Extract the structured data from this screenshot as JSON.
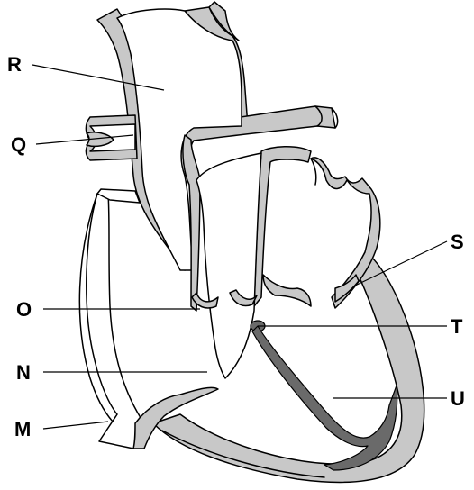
{
  "labels": {
    "R": "R",
    "Q": "Q",
    "S": "S",
    "O": "O",
    "T": "T",
    "N": "N",
    "U": "U",
    "M": "M"
  },
  "colors": {
    "wall_fill": "#c8c8c8",
    "dark_tissue": "#6a6a6a",
    "outline": "#000000",
    "background": "#ffffff"
  }
}
